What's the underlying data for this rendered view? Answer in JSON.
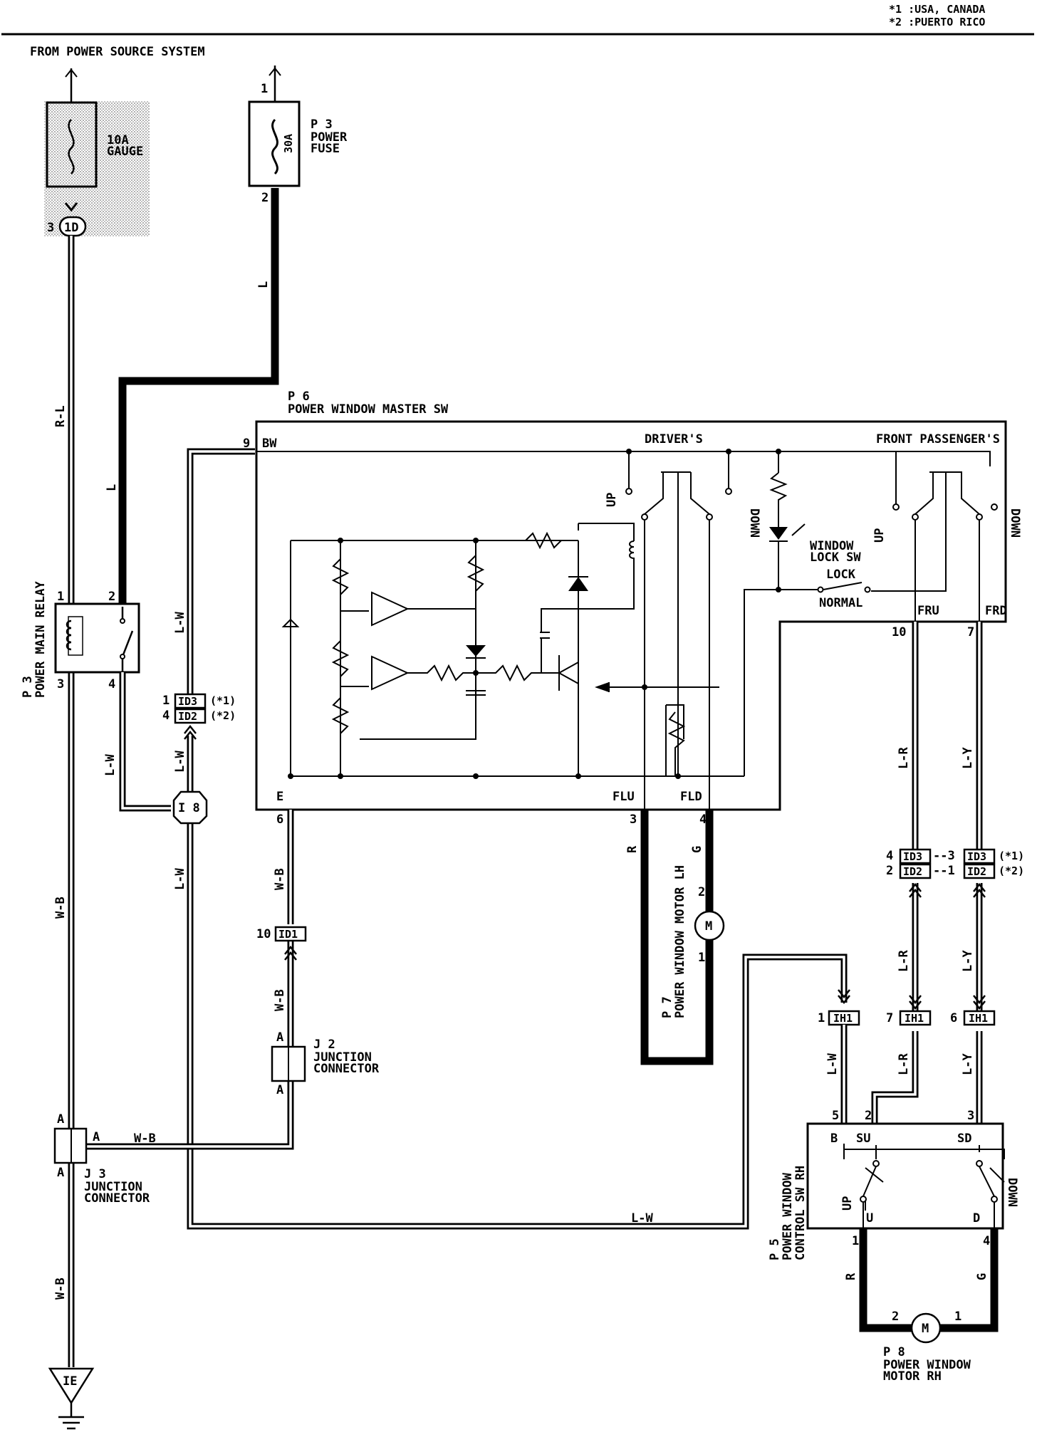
{
  "legend": {
    "n1": "*1 :USA, CANADA",
    "n2": "*2 :PUERTO RICO"
  },
  "source_header": "FROM POWER SOURCE SYSTEM",
  "gauge_fuse": {
    "label1": "10A",
    "label2": "GAUGE",
    "pin": "3",
    "conn": "1D"
  },
  "power_fuse": {
    "id": "P 3",
    "line1": "POWER",
    "line2": "FUSE",
    "rating": "30A",
    "pin_top": "1",
    "pin_bottom": "2"
  },
  "relay": {
    "label": "P 3",
    "name": "POWER MAIN RELAY",
    "pins": {
      "p1": "1",
      "p2": "2",
      "p3": "3",
      "p4": "4"
    }
  },
  "master_sw": {
    "id": "P 6",
    "name": "POWER WINDOW MASTER SW",
    "drivers": "DRIVER'S",
    "passengers": "FRONT PASSENGER'S",
    "up": "UP",
    "down": "DOWN",
    "lock1": "WINDOW",
    "lock2": "LOCK SW",
    "lock": "LOCK",
    "normal": "NORMAL",
    "bw_pin": "9",
    "bw": "BW",
    "e": "E",
    "e_pin": "6",
    "flu": "FLU",
    "fld": "FLD",
    "fru": "FRU",
    "frd": "FRD",
    "flu_pin": "3",
    "fld_pin": "4",
    "fru_pin": "10",
    "frd_pin": "7"
  },
  "wires": {
    "rl": "R-L",
    "l": "L",
    "lw": "L-W",
    "wb": "W-B",
    "r": "R",
    "g": "G",
    "lr": "L-R",
    "ly": "L-Y"
  },
  "connectors": {
    "id3": "ID3",
    "id2": "ID2",
    "id1": "ID1",
    "ih1": "IH1",
    "i8": "I 8",
    "ie": "IE",
    "n1": "(*1)",
    "n2": "(*2)",
    "pin_1": "1",
    "pin_4": "4",
    "pin_10": "10",
    "pin_2": "2",
    "pin_3dash": "--3",
    "pin_1dash": "--1",
    "pin_7": "7",
    "pin_6": "6"
  },
  "j2": {
    "id": "J 2",
    "line1": "JUNCTION",
    "line2": "CONNECTOR",
    "a": "A"
  },
  "j3": {
    "id": "J 3",
    "line1": "JUNCTION",
    "line2": "CONNECTOR",
    "a": "A"
  },
  "motor_lh": {
    "id": "P 7",
    "name": "POWER WINDOW MOTOR LH",
    "m": "M",
    "pin2": "2",
    "pin1": "1"
  },
  "control_sw": {
    "id": "P 5",
    "line1": "POWER WINDOW",
    "line2": "CONTROL SW RH",
    "b": "B",
    "su": "SU",
    "sd": "SD",
    "u": "U",
    "d": "D",
    "up": "UP",
    "down": "DOWN",
    "pin5": "5",
    "pin2": "2",
    "pin3": "3",
    "pin1": "1",
    "pin4": "4"
  },
  "motor_rh": {
    "id": "P 8",
    "line1": "POWER WINDOW",
    "line2": "MOTOR RH",
    "m": "M",
    "pin2": "2",
    "pin1": "1"
  }
}
